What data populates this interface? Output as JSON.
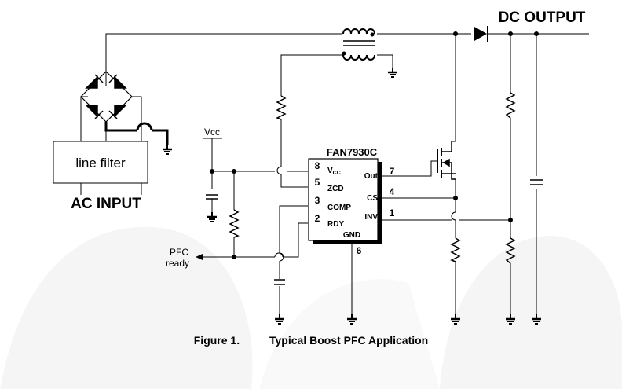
{
  "labels": {
    "dc_output": "DC OUTPUT",
    "ac_input": "AC INPUT",
    "line_filter": "line filter",
    "vcc": "Vcc",
    "pfc_ready_line1": "PFC",
    "pfc_ready_line2": "ready"
  },
  "chip": {
    "name": "FAN7930C",
    "vcc_main": "V",
    "vcc_sub": "CC",
    "pins_left": [
      {
        "num": "8",
        "label": "VCC"
      },
      {
        "num": "5",
        "label": "ZCD"
      },
      {
        "num": "3",
        "label": "COMP"
      },
      {
        "num": "2",
        "label": "RDY"
      }
    ],
    "pin_gnd": {
      "num": "6",
      "label": "GND"
    },
    "pins_right": [
      {
        "num": "7",
        "label": "Out"
      },
      {
        "num": "4",
        "label": "CS"
      },
      {
        "num": "1",
        "label": "INV"
      }
    ]
  },
  "caption": {
    "figure_number": "Figure 1.",
    "title": "Typical Boost PFC Application"
  },
  "colors": {
    "wire": "#000000",
    "watermark": "#f4f4f4"
  }
}
